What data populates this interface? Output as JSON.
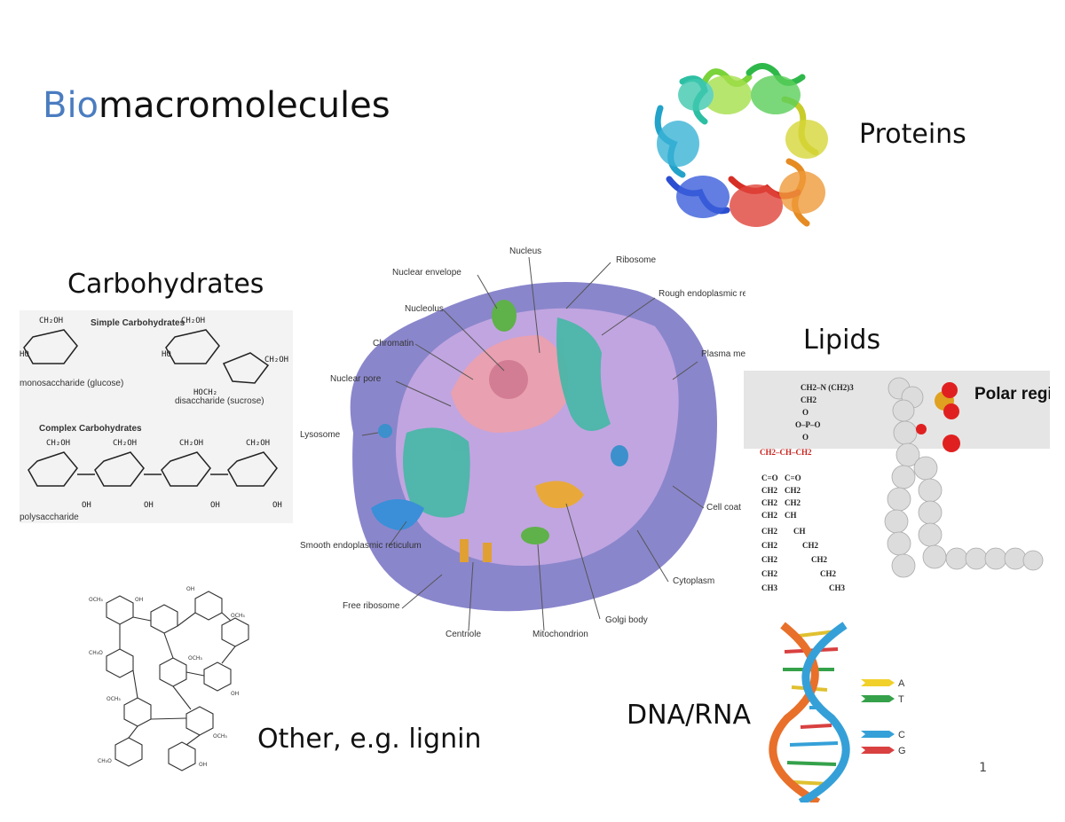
{
  "title": {
    "prefix": "Bio",
    "rest": "macromolecules"
  },
  "labels": {
    "proteins": "Proteins",
    "carbohydrates": "Carbohydrates",
    "lipids": "Lipids",
    "dna_rna": "DNA/RNA",
    "other": "Other, e.g. lignin"
  },
  "page_number": "1",
  "carb_figure": {
    "simple": "Simple Carbohydrates",
    "mono": "monosaccharide (glucose)",
    "di": "disaccharide (sucrose)",
    "complex": "Complex Carbohydrates",
    "poly": "polysaccharide"
  },
  "lipid_figure": {
    "polar": "Polar region",
    "head": [
      "CH2–N (CH2)3",
      "CH2",
      "O",
      "O–P–O",
      "O"
    ],
    "backbone": "CH2–CH–CH2",
    "chain_left": [
      "C=O",
      "CH2",
      "CH2",
      "CH2",
      "CH2",
      "CH2",
      "CH2",
      "CH2",
      "CH3"
    ],
    "chain_right": [
      "C=O",
      "CH2",
      "CH2",
      "CH",
      "CH",
      "CH2",
      "CH2",
      "CH2",
      "CH3"
    ]
  },
  "dna_figure": {
    "bases": [
      "A",
      "T",
      "C",
      "G"
    ]
  },
  "cell_figure": {
    "labels": [
      "Nucleus",
      "Nuclear envelope",
      "Nucleolus",
      "Chromatin",
      "Nuclear pore",
      "Lysosome",
      "Smooth endoplasmic reticulum",
      "Free ribosome",
      "Centriole",
      "Mitochondrion",
      "Golgi body",
      "Cytoplasm",
      "Cell coat",
      "Plasma membrane",
      "Rough endoplasmic reticulum",
      "Ribosome"
    ]
  },
  "colors": {
    "bio_accent": "#4a7cc0",
    "cell_body": "#8a86cc",
    "nucleus": "#e9a0b0"
  }
}
